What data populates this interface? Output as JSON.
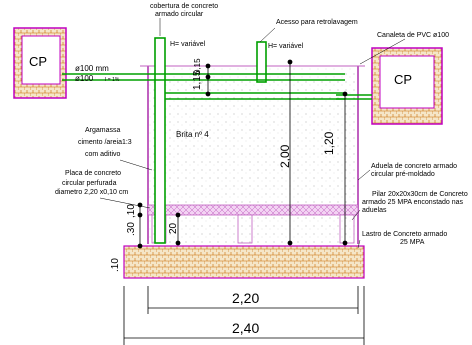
{
  "labels": {
    "top_cover": [
      "cobertura de concreto",
      "armado circular"
    ],
    "h_variable_1": "H= variável",
    "access": "Acesso para retrolavagem",
    "h_variable_2": "H= variável",
    "channel": "Canaleta de PVC  ø100",
    "cp_left": "CP",
    "cp_right": "CP",
    "pipe_100": "ø100 mm",
    "pipe_100b": "ø100",
    "slope": "I = 1%",
    "gravel": "Brita nº 4",
    "mortar": [
      "Argamassa",
      "cimento /areia1:3",
      "com aditivo"
    ],
    "slab": [
      "Placa de concreto",
      "circular perfurada",
      "diametro 2,20 x0,10 cm"
    ],
    "ring": [
      "Aduela de concreto armado",
      "circular pré-moldado"
    ],
    "pillar": [
      "Pilar 20x20x30cm de Concreto",
      "armado 25 MPA enconstado nas",
      "aduelas"
    ],
    "base": [
      "Lastro de Concreto armado",
      "25 MPA"
    ]
  },
  "dimensions": {
    "d_115": "1,15",
    "d_015": "0,15",
    "d_200": "2,00",
    "d_120": "1,20",
    "d_030": ".30",
    "d_010": ",10",
    "d_20": "20",
    "d_10": ".10",
    "width_220": "2,20",
    "width_240": "2,40"
  },
  "colors": {
    "cp_box": "#c000c0",
    "brick": "#e8a000",
    "pipe": "#00a000",
    "tank_wall": "#c060c0",
    "dim": "#000000"
  }
}
